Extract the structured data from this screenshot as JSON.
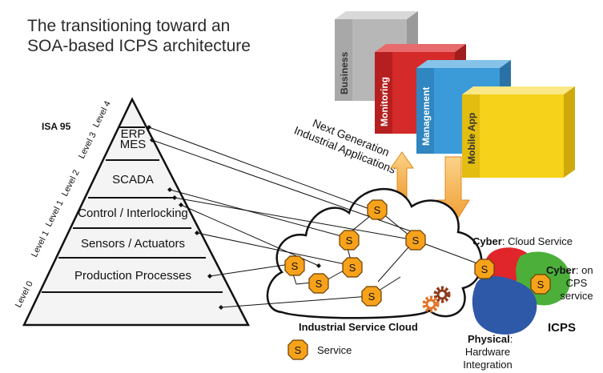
{
  "title": {
    "line1": "The transitioning toward an",
    "line2": "SOA-based ICPS architecture"
  },
  "isa": {
    "label": "ISA 95",
    "layers": [
      {
        "level": "Level 4",
        "name": "ERP"
      },
      {
        "level": "Level 3",
        "name": "MES"
      },
      {
        "level": "Level 2",
        "name": "SCADA"
      },
      {
        "level": "Level 1",
        "name": "Control / Interlocking"
      },
      {
        "level": "Level 1",
        "name": "Sensors / Actuators"
      },
      {
        "level": "Level 0",
        "name": "Production Processes"
      }
    ]
  },
  "apps": {
    "caption_line1": "Next Generation",
    "caption_line2": "Industrial Applications",
    "boxes": [
      {
        "label": "Business",
        "color": "#b7b7b7"
      },
      {
        "label": "Monitoring",
        "color": "#d42a2a"
      },
      {
        "label": "Management",
        "color": "#3b9ad8"
      },
      {
        "label": "Mobile App",
        "color": "#f6d21a"
      }
    ]
  },
  "cloud": {
    "label": "Industrial Service Cloud",
    "service_symbol": "S"
  },
  "legend": {
    "symbol": "S",
    "label": "Service"
  },
  "icps": {
    "label": "ICPS",
    "cyber_cloud_bold": "Cyber",
    "cyber_cloud_rest": ": Cloud Service",
    "cyber_cps_bold": "Cyber",
    "cyber_cps_rest1": ": on",
    "cyber_cps_rest2": "CPS",
    "cyber_cps_rest3": "service",
    "physical_bold": "Physical",
    "physical_rest1": ":",
    "physical_rest2": "Hardware",
    "physical_rest3": "Integration"
  },
  "colors": {
    "service_fill": "#f7a21b",
    "service_stroke": "#6b3d00",
    "gear": "#e2752a",
    "gear_dark": "#8e3a1a",
    "arrow": "#f2a13a",
    "icps_red": "#e0262b",
    "icps_green": "#4caf3a",
    "icps_blue": "#2e58a8"
  }
}
